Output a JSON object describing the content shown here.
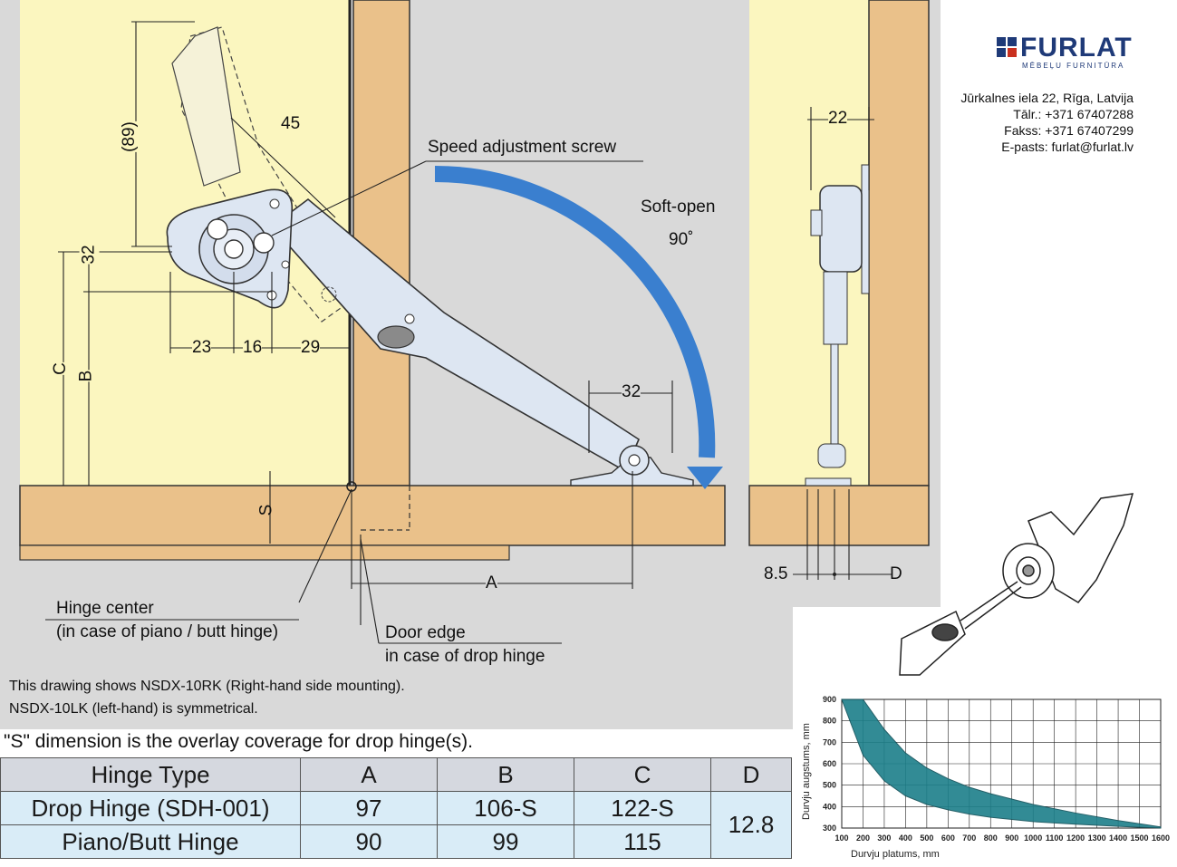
{
  "brand": {
    "name": "FURLAT",
    "tagline": "MĒBEĻU FURNITŪRA",
    "address": "Jūrkalnes iela 22, Rīga, Latvija",
    "phone": "Tālr.: +371 67407288",
    "fax": "Fakss: +371 67407299",
    "email": "E-pasts: furlat@furlat.lv"
  },
  "diagram": {
    "speed_screw_label": "Speed adjustment screw",
    "soft_open_label": "Soft-open",
    "angle_label": "90˚",
    "hinge_center_label": "Hinge center",
    "hinge_center_sub": "(in case of piano / butt hinge)",
    "door_edge_label": "Door edge",
    "door_edge_sub": "in case of drop hinge",
    "note_line1": "This drawing shows NSDX-10RK (Right-hand side mounting).",
    "note_line2": "NSDX-10LK (left-hand)  is symmetrical.",
    "overlay_note": "\"S\" dimension is the overlay coverage for drop hinge(s).",
    "dims": {
      "d89": "(89)",
      "d45": "45",
      "d32_left": "32",
      "d23": "23",
      "d16": "16",
      "d29": "29",
      "d32_right": "32",
      "dC": "C",
      "dB": "B",
      "dS": "S",
      "dA": "A",
      "side_22": "22",
      "side_85": "8.5",
      "side_D": "D"
    }
  },
  "table": {
    "headers": [
      "Hinge Type",
      "A",
      "B",
      "C",
      "D"
    ],
    "rows": [
      [
        "Drop Hinge (SDH-001)",
        "97",
        "106-S",
        "122-S"
      ],
      [
        "Piano/Butt Hinge",
        "90",
        "99",
        "115"
      ]
    ],
    "d_value": "12.8"
  },
  "chart_data": {
    "type": "area",
    "title": "",
    "xlabel": "Durvju platums, mm",
    "ylabel": "Durvju augstums, mm",
    "x_ticks": [
      "100",
      "200",
      "300",
      "400",
      "500",
      "600",
      "700",
      "800",
      "900",
      "1000",
      "1100",
      "1200",
      "1300",
      "1400",
      "1500",
      "1600"
    ],
    "y_ticks": [
      "900",
      "800",
      "700",
      "600",
      "500",
      "400",
      "300"
    ],
    "xlim": [
      100,
      1600
    ],
    "ylim": [
      300,
      900
    ],
    "grid": true,
    "fill_color": "#1c7f8a",
    "series": [
      {
        "x": [
          100,
          200,
          300,
          400,
          500,
          600,
          700,
          800,
          1000,
          1200,
          1400,
          1600
        ],
        "lower": [
          900,
          640,
          520,
          450,
          410,
          385,
          365,
          350,
          330,
          318,
          308,
          300
        ],
        "upper": [
          900,
          900,
          760,
          650,
          580,
          530,
          490,
          460,
          410,
          370,
          335,
          305
        ]
      }
    ]
  }
}
